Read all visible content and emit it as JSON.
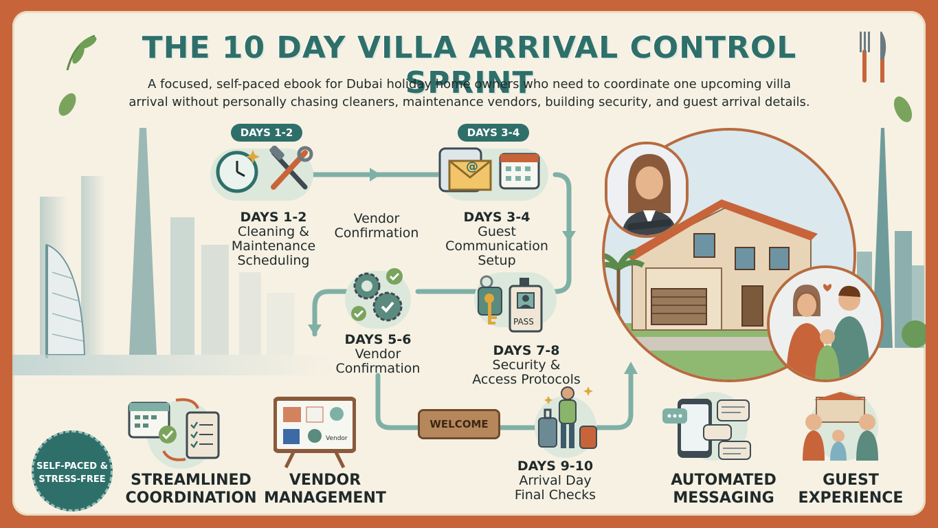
{
  "header": {
    "title": "THE 10 DAY VILLA ARRIVAL CONTROL SPRINT",
    "subtitle_line1": "A focused, self-paced ebook for Dubai holiday home owners who need to coordinate one upcoming villa",
    "subtitle_line2": "arrival without personally chasing cleaners, maintenance vendors, building security, and guest arrival details."
  },
  "pills": {
    "days_1_2": "DAYS 1-2",
    "days_3_4": "DAYS 3-4"
  },
  "steps": {
    "step1": {
      "head": "DAYS 1-2",
      "line1": "Cleaning &",
      "line2": "Maintenance",
      "line3": "Scheduling"
    },
    "connector": {
      "line1": "Vendor",
      "line2": "Confirmation"
    },
    "step2": {
      "head": "DAYS 3-4",
      "line1": "Guest",
      "line2": "Communication",
      "line3": "Setup"
    },
    "step3": {
      "head": "DAYS 5-6",
      "line1": "Vendor",
      "line2": "Confirmation"
    },
    "step4": {
      "head": "DAYS 7-8",
      "line1": "Security &",
      "line2": "Access Protocols"
    },
    "step5": {
      "head": "DAYS 9-10",
      "line1": "Arrival Day",
      "line2": "Final Checks"
    }
  },
  "welcome_mat": "WELCOME",
  "pass_label": "PASS",
  "badge": {
    "line1": "SELF-PACED &",
    "line2": "STRESS-FREE"
  },
  "features": [
    {
      "line1": "STREAMLINED",
      "line2": "COORDINATION"
    },
    {
      "line1": "VENDOR",
      "line2": "MANAGEMENT"
    },
    {
      "line1": "AUTOMATED",
      "line2": "MESSAGING"
    },
    {
      "line1": "GUEST",
      "line2": "EXPERIENCE"
    }
  ],
  "vendor_board": {
    "vendor_text": "Vendor"
  },
  "colors": {
    "border": "#c8643a",
    "background": "#f7f1e4",
    "teal": "#2f6f6a",
    "path": "#7fb0a6",
    "accent": "#e0a73a"
  },
  "icons": [
    "leaf-icon",
    "fork-knife-icon",
    "clock-icon",
    "tools-icon",
    "email-icon",
    "calendar-icon",
    "gears-icon",
    "key-icon",
    "id-pass-icon",
    "luggage-icon",
    "checklist-icon",
    "board-icon",
    "chat-icon",
    "family-icon"
  ]
}
